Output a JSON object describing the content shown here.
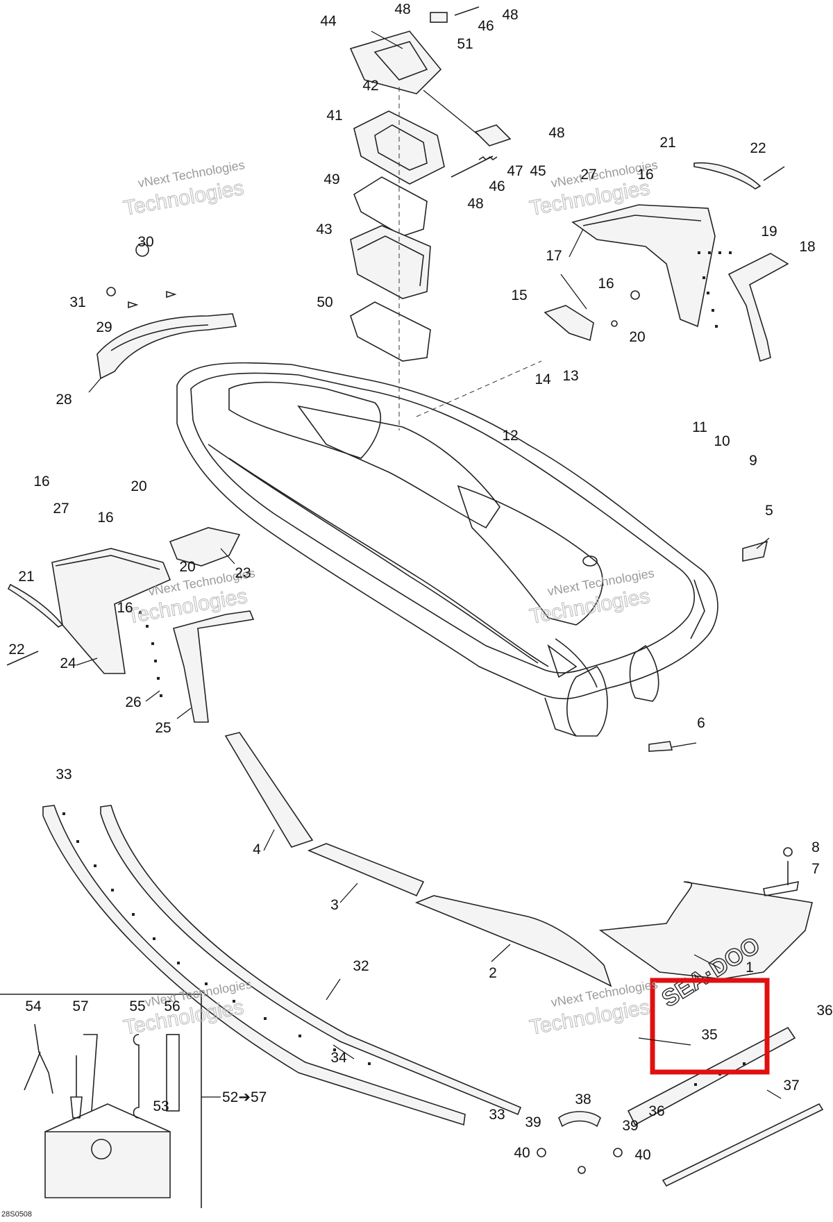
{
  "callouts": [
    "1",
    "2",
    "3",
    "4",
    "5",
    "6",
    "7",
    "8",
    "9",
    "10",
    "11",
    "12",
    "13",
    "14",
    "15",
    "16",
    "17",
    "18",
    "19",
    "20",
    "21",
    "22",
    "23",
    "24",
    "25",
    "26",
    "27",
    "28",
    "29",
    "30",
    "31",
    "32",
    "33",
    "34",
    "35",
    "36",
    "37",
    "38",
    "39",
    "40",
    "41",
    "42",
    "43",
    "44",
    "45",
    "46",
    "47",
    "48",
    "49",
    "50",
    "51",
    "52",
    "53",
    "54",
    "55",
    "56",
    "57"
  ],
  "kit_arrow_label": "52➔57",
  "watermark": {
    "line1": "vNext Technologies",
    "line2": "Technologies"
  },
  "decal_text": "SEA·DOO",
  "drawing_ref": "28S0508",
  "highlight": {
    "color": "#e01010",
    "target": "35"
  }
}
